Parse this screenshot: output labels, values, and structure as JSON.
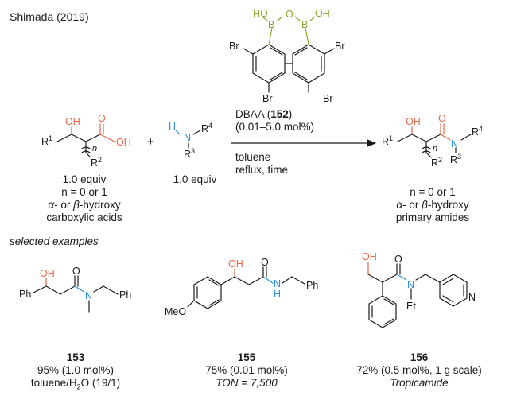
{
  "header": {
    "citation": "Shimada (2019)"
  },
  "colors": {
    "black": "#1a1a1a",
    "orange": "#e8684a",
    "blue": "#2d8fd5",
    "green": "#8aa832"
  },
  "catalyst": {
    "label_name": "DBAA (",
    "label_num": "152",
    "label_close": ")",
    "loading": "(0.01–5.0 mol%)",
    "atom_HO": "HO",
    "atom_OH": "OH",
    "atom_B1": "B",
    "atom_B2": "B",
    "atom_O": "O",
    "br_tl": "Br",
    "br_tr": "Br",
    "br_bl": "Br",
    "br_br": "Br"
  },
  "conditions": {
    "solvent": "toluene",
    "temp": "reflux, time"
  },
  "reactant_acid": {
    "atom_OH_top": "OH",
    "atom_R1": "R",
    "sup_R1": "1",
    "atom_n": "n",
    "atom_R2": "R",
    "sup_R2": "2",
    "atom_O": "O",
    "atom_OH_acid": "OH",
    "equiv": "1.0 equiv",
    "n_values": "n = 0 or 1",
    "class_line1_a": "α",
    "class_line1_b": "- or ",
    "class_line1_c": "β",
    "class_line1_d": "-hydroxy",
    "class_line2": "carboxylic acids"
  },
  "plus": "+",
  "reactant_amine": {
    "atom_H": "H",
    "atom_N": "N",
    "atom_R4": "R",
    "sup_R4": "4",
    "atom_R3": "R",
    "sup_R3": "3",
    "equiv": "1.0 equiv"
  },
  "product": {
    "atom_OH": "OH",
    "atom_O": "O",
    "atom_R1": "R",
    "sup_R1": "1",
    "atom_n": "n",
    "atom_R2": "R",
    "sup_R2": "2",
    "atom_N": "N",
    "atom_R4": "R",
    "sup_R4": "4",
    "atom_R3": "R",
    "sup_R3": "3",
    "n_values": "n = 0 or 1",
    "class_line1_a": "α",
    "class_line1_b": "- or ",
    "class_line1_c": "β",
    "class_line1_d": "-hydroxy",
    "class_line2": "primary amides"
  },
  "section_label": "selected examples",
  "examples": [
    {
      "number": "153",
      "yield": "95% (1.0 mol%)",
      "note": "toluene/H",
      "note_sub": "2",
      "note_end": "O (19/1)",
      "atom_OH": "OH",
      "atom_O": "O",
      "atom_Ph1": "Ph",
      "atom_N": "N",
      "atom_Ph2": "Ph"
    },
    {
      "number": "155",
      "yield": "75% (0.01 mol%)",
      "note": "TON = 7,500",
      "atom_OH": "OH",
      "atom_O": "O",
      "atom_MeO": "MeO",
      "atom_N": "N",
      "atom_H": "H",
      "atom_Ph": "Ph"
    },
    {
      "number": "156",
      "yield": "72% (0.5 mol%, 1 g scale)",
      "note": "Tropicamide",
      "atom_OH": "OH",
      "atom_O": "O",
      "atom_N": "N",
      "atom_Et": "Et",
      "atom_Npyr": "N"
    }
  ]
}
